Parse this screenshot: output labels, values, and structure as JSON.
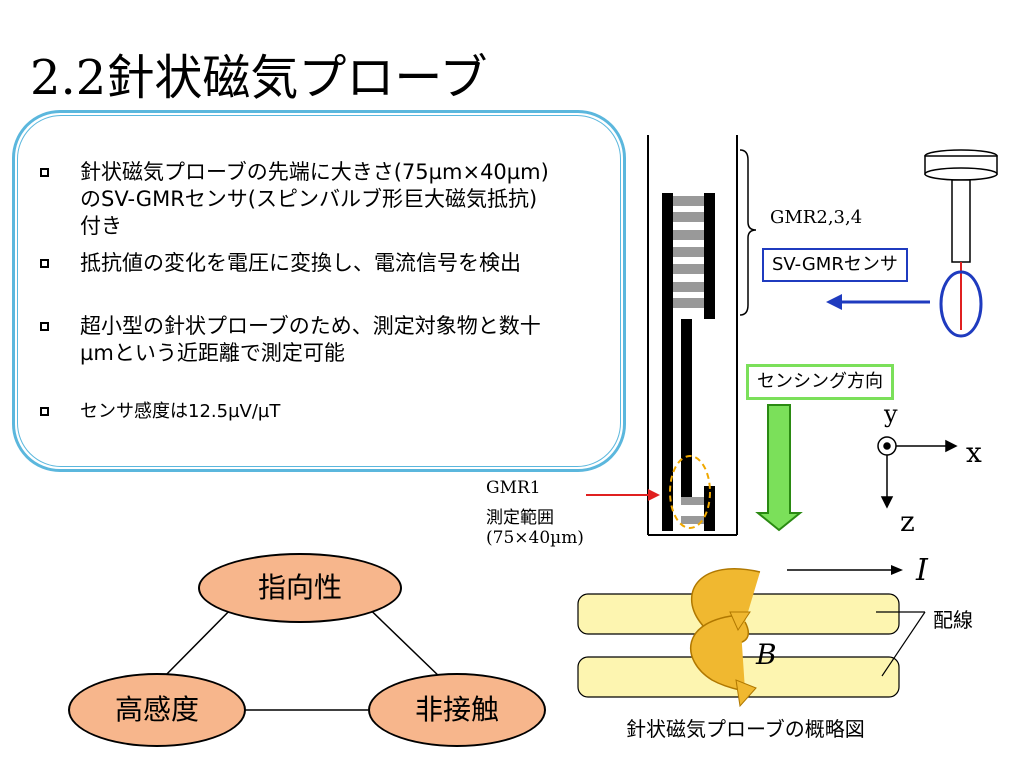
{
  "title": "2.2針状磁気プローブ",
  "bullets": [
    "針状磁気プローブの先端に大きさ(75µm×40µm)\nのSV-GMRセンサ(スピンバルブ形巨大磁気抵抗)\n付き",
    "抵抗値の変化を電圧に変換し、電流信号を検出",
    "超小型の針状プローブのため、測定対象物と数十\nµmという近距離で測定可能",
    "センサ感度は12.5µV/µT"
  ],
  "labels": {
    "gmr234": "GMR2,3,4",
    "svgmr": "SV-GMRセンサ",
    "sensing": "センシング方向",
    "gmr1_a": "GMR1",
    "gmr1_b": "測定範囲",
    "gmr1_c": "(75×40µm)",
    "ax_y": "y",
    "ax_x": "x",
    "ax_z": "z",
    "current": "I",
    "field": "B",
    "wiring": "配線",
    "caption": "針状磁気プローブの概略図"
  },
  "nodes": {
    "top": "指向性",
    "left": "高感度",
    "right": "非接触"
  },
  "colors": {
    "box": "#5bb7dd",
    "node": "#f7b68c",
    "sensorbox": "#1f3bbf",
    "sensing": "#7be05a",
    "arrow": "#e02020",
    "wire": "#fdf5b0",
    "spiral": "#e8a820"
  }
}
